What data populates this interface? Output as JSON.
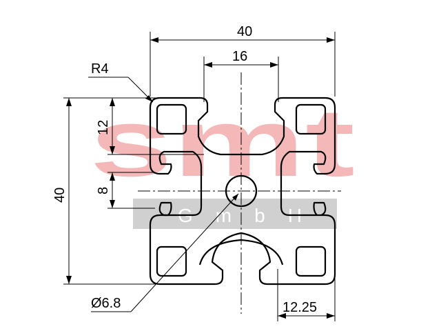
{
  "drawing": {
    "dimensions": {
      "overall_width": "40",
      "slot_width": "16",
      "corner_radius": "R4",
      "height_upper": "12",
      "overall_height": "40",
      "height_mid": "8",
      "bore_diameter": "Ø6.8",
      "edge_distance": "12.25"
    },
    "watermark": {
      "brand": "smt",
      "subtitle": "G m b H"
    },
    "colors": {
      "outline": "#000000",
      "watermark_red": "#f4b8b8",
      "watermark_gray": "#d0d0d0"
    }
  }
}
